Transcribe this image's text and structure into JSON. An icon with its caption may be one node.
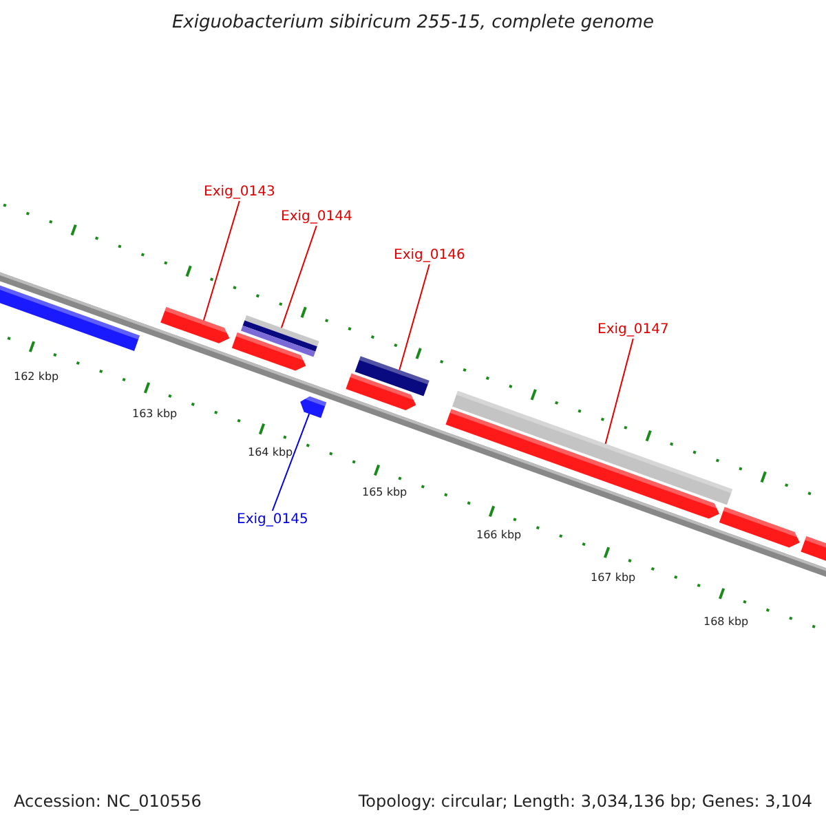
{
  "diagram": {
    "title": "Exiguobacterium sibiricum 255-15, complete genome",
    "nodes": [
      {
        "text": [
          "Exig_0143"
        ]
      },
      {
        "text": [
          "Exig_0144"
        ]
      },
      {
        "text": [
          "Exig_0146"
        ]
      },
      {
        "text": [
          "Exig_0147"
        ]
      },
      {
        "text": [
          "Exig_0145"
        ]
      },
      {
        "text": [],
        "shape": "bar"
      },
      {
        "text": [],
        "shape": "bar"
      },
      {
        "text": [],
        "shape": "bar"
      },
      {
        "text": [],
        "shape": "bar"
      },
      {
        "text": [],
        "shape": "bar"
      },
      {
        "text": [],
        "shape": "bar"
      },
      {
        "text": [],
        "shape": "bar"
      },
      {
        "text": [],
        "shape": "bar"
      },
      {
        "text": [],
        "shape": "bar"
      },
      {
        "text": [],
        "shape": "bar"
      },
      {
        "text": [],
        "shape": "bar"
      }
    ],
    "edges": [
      {
        "from": 0,
        "to": 6,
        "arrow": "none"
      },
      {
        "from": 1,
        "to": 8,
        "arrow": "none"
      },
      {
        "from": 2,
        "to": 11,
        "arrow": "none"
      },
      {
        "from": 3,
        "to": 12,
        "arrow": "none"
      },
      {
        "from": 4,
        "to": 9,
        "arrow": "none",
        "color": "#0000e0"
      }
    ],
    "labels": [
      "162 kbp",
      "163 kbp",
      "164 kbp",
      "165 kbp",
      "166 kbp",
      "167 kbp",
      "168 kbp",
      "Accession: NC_010556",
      "Topology: circular; Length: 3,034,136 bp; Genes: 3,104"
    ]
  }
}
